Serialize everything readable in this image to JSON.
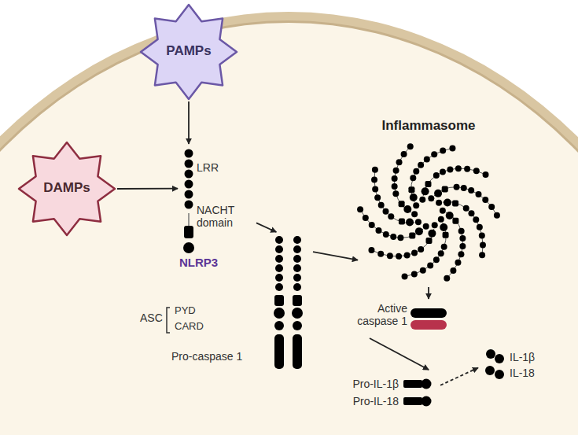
{
  "diagram": {
    "nodes": [
      {
        "text": [
          "PAMPs"
        ]
      },
      {
        "text": [
          "DAMPs"
        ]
      },
      {
        "text": [
          "LRR",
          "NACHT domain",
          "NLRP3"
        ]
      },
      {
        "text": [
          "ASC",
          "PYD",
          "CARD",
          "Pro-caspase 1"
        ]
      },
      {
        "text": [
          "Inflammasome"
        ]
      },
      {
        "text": [
          "Active caspase 1"
        ]
      },
      {
        "text": [
          "Pro-IL-1β",
          "Pro-IL-18"
        ]
      },
      {
        "text": [
          "IL-1β",
          "IL-18"
        ]
      }
    ],
    "edges": [
      {
        "from": 0,
        "to": 2,
        "arrow": "to"
      },
      {
        "from": 1,
        "to": 2,
        "arrow": "to"
      },
      {
        "from": 2,
        "to": 3,
        "arrow": "to"
      },
      {
        "from": 3,
        "to": 4,
        "arrow": "to"
      },
      {
        "from": 4,
        "to": 5,
        "arrow": "to"
      },
      {
        "from": 5,
        "to": 6,
        "arrow": "to"
      },
      {
        "from": 6,
        "to": 7,
        "arrow": "to"
      }
    ]
  }
}
